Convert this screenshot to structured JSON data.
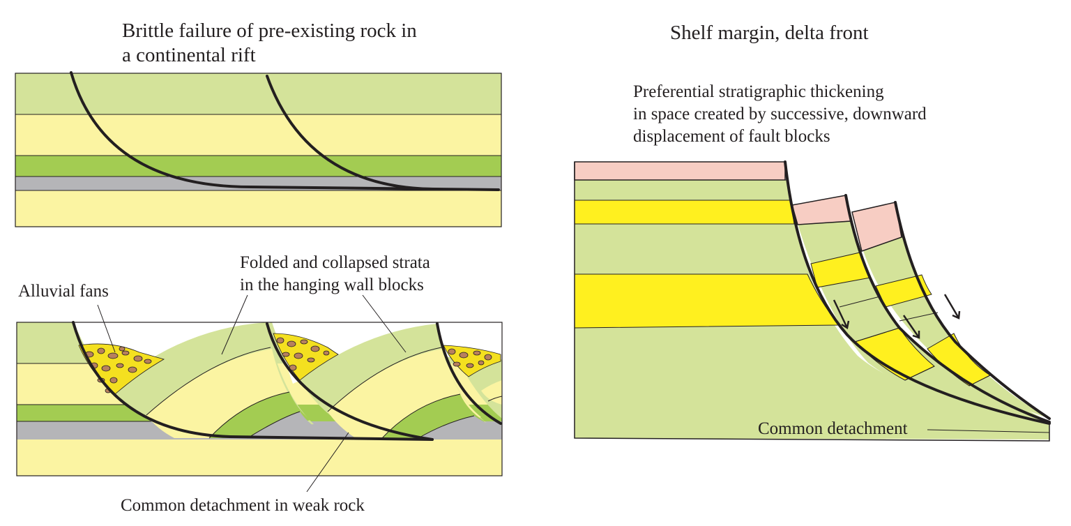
{
  "left_panel": {
    "title_line1": "Brittle failure of pre-existing rock in",
    "title_line2": "a continental rift",
    "label_alluvial": "Alluvial fans",
    "label_folded_line1": "Folded and collapsed strata",
    "label_folded_line2": "in the hanging wall blocks",
    "label_detachment": "Common detachment in weak rock"
  },
  "right_panel": {
    "title": "Shelf margin, delta front",
    "note_line1": "Preferential stratigraphic thickening",
    "note_line2": "in space created by successive, downward",
    "note_line3": "displacement of fault blocks",
    "label_detachment": "Common detachment"
  },
  "colors": {
    "light_green": "#d4e39a",
    "pale_yellow": "#fbf4a2",
    "dark_green": "#a3cc52",
    "gray": "#b5b5b8",
    "bright_yellow": "#fff01f",
    "pink": "#f7cdc3",
    "fan_yellow": "#f4e020",
    "pebble": "#b7805e",
    "line": "#231f20"
  }
}
